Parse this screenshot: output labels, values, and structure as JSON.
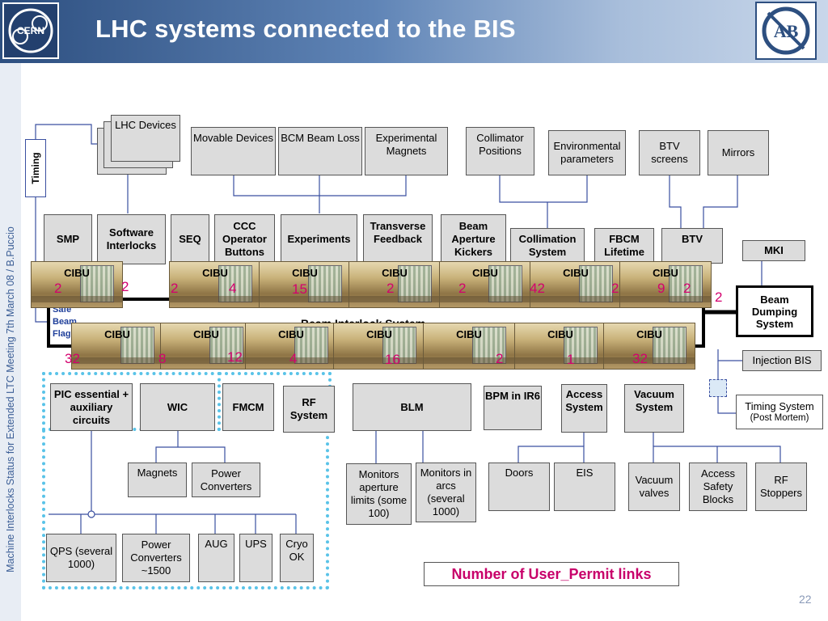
{
  "title": "LHC systems connected to the BIS",
  "side_text": "Machine Interlocks Status  for  Extended LTC  Meeting 7th March 08 /  B.Puccio",
  "logos": {
    "cern": "CERN",
    "aby": "AB"
  },
  "top_devices": {
    "lhc_devices": "LHC Devices",
    "movable_devices": "Movable Devices",
    "bcm": "BCM Beam Loss",
    "experimental_magnets": "Experimental Magnets",
    "collimator_positions": "Collimator Positions",
    "environmental": "Environmental parameters",
    "btv_screens": "BTV screens",
    "mirrors": "Mirrors"
  },
  "timing": "Timing",
  "upper_systems": {
    "smp": "SMP",
    "software_interlocks": "Software Interlocks",
    "seq": "SEQ",
    "ccc_buttons": "CCC Operator Buttons",
    "experiments": "Experiments",
    "transverse_feedback": "Transverse Feedback",
    "beam_aperture_kickers": "Beam Aperture Kickers",
    "collimation": "Collimation System",
    "fbcm": "FBCM Lifetime",
    "btv": "BTV",
    "mki": "MKI"
  },
  "cibu_label": "CIBU",
  "top_counts": [
    "2",
    "2",
    "2",
    "4",
    "15",
    "2",
    "2",
    "42",
    "2",
    "9",
    "2",
    "2"
  ],
  "bottom_counts": [
    "32",
    "8",
    "12",
    "4",
    "16",
    "2",
    "1",
    "32"
  ],
  "bis": {
    "label": "Beam Interlock System",
    "safe": [
      "Safe",
      "Beam",
      "Flag"
    ],
    "beam_dumping": "Beam Dumping System",
    "injection_bis": "Injection BIS",
    "timing_system": "Timing System",
    "timing_system_sub": "(Post Mortem)"
  },
  "lower_systems": {
    "pic": "PIC essential + auxiliary circuits",
    "wic": "WIC",
    "fmcm": "FMCM",
    "rf": "RF System",
    "blm": "BLM",
    "bpm": "BPM in IR6",
    "access": "Access System",
    "vacuum": "Vacuum System"
  },
  "sub_items": {
    "magnets": "Magnets",
    "power_converters": "Power Converters",
    "monitors_aperture": "Monitors aperture limits (some 100)",
    "monitors_arcs": "Monitors in arcs (several 1000)",
    "doors": "Doors",
    "eis": "EIS",
    "vacuum_valves": "Vacuum valves",
    "access_safety": "Access Safety Blocks",
    "rf_stoppers": "RF Stoppers"
  },
  "bottom_items": {
    "qps": "QPS (several 1000)",
    "power_converters2": "Power Converters ~1500",
    "aug": "AUG",
    "ups": "UPS",
    "cryo": "Cryo OK"
  },
  "legend": "Number of  User_Permit links",
  "page_number": "22",
  "colors": {
    "accent_number": "#d4006e",
    "dotted_border": "#59c3e8",
    "line": "#3a4fa0"
  }
}
